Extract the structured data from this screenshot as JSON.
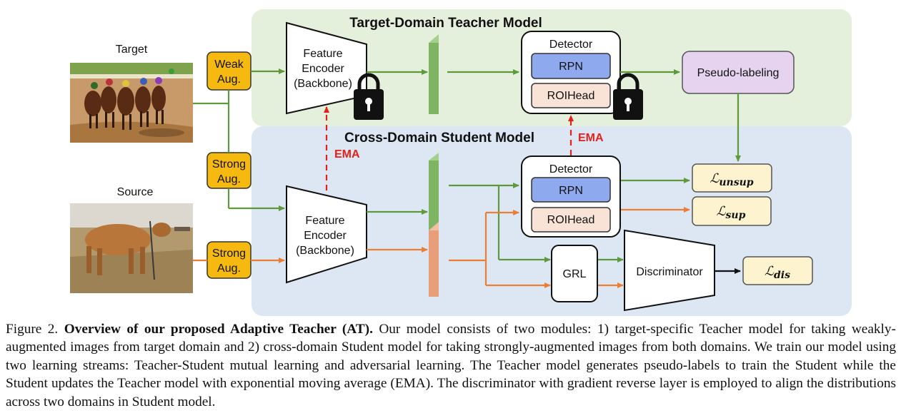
{
  "diagram": {
    "teacher_title": "Target-Domain Teacher Model",
    "student_title": "Cross-Domain Student Model",
    "target_label": "Target",
    "source_label": "Source",
    "weak_aug": [
      "Weak",
      "Aug."
    ],
    "strong_aug_target": [
      "Strong",
      "Aug."
    ],
    "strong_aug_source": [
      "Strong",
      "Aug."
    ],
    "teacher_encoder": [
      "Feature",
      "Encoder",
      "(Backbone)"
    ],
    "student_encoder": [
      "Feature",
      "Encoder",
      "(Backbone)"
    ],
    "teacher_detector": {
      "title": "Detector",
      "rpn": "RPN",
      "roihead": "ROIHead"
    },
    "student_detector": {
      "title": "Detector",
      "rpn": "RPN",
      "roihead": "ROIHead"
    },
    "pseudo_labeling": "Pseudo-labeling",
    "ema_left": "EMA",
    "ema_right": "EMA",
    "grl": "GRL",
    "discriminator": "Discriminator",
    "loss_unsup": {
      "symbol": "ℒ",
      "sub": "unsup"
    },
    "loss_sup": {
      "symbol": "ℒ",
      "sub": "sup"
    },
    "loss_dis": {
      "symbol": "ℒ",
      "sub": "dis"
    },
    "colors": {
      "teacher_bg": "#e4f0dc",
      "student_bg": "#dce7f3",
      "aug": "#f6b90f",
      "rpn": "#8ea9ee",
      "roihead": "#f9e3d6",
      "pseudo": "#e6d3ef",
      "loss": "#fdf4cf",
      "green_arrow": "#5e9a3c",
      "orange_arrow": "#ec7e34",
      "ema": "#e3211b",
      "feature_green": "#7fb562",
      "feature_orange": "#e99e7a"
    }
  },
  "caption": {
    "prefix": "Figure 2. ",
    "bold": "Overview of our proposed Adaptive Teacher (AT).",
    "text": " Our model consists of two modules: 1) target-specific Teacher model for taking weakly-augmented images from target domain and 2) cross-domain Student model for taking strongly-augmented images from both domains. We train our model using two learning streams: Teacher-Student mutual learning and adversarial learning. The Teacher model generates pseudo-labels to train the Student while the Student updates the Teacher model with exponential moving average (EMA). The discriminator with gradient reverse layer is employed to align the distributions across two domains in Student model."
  }
}
